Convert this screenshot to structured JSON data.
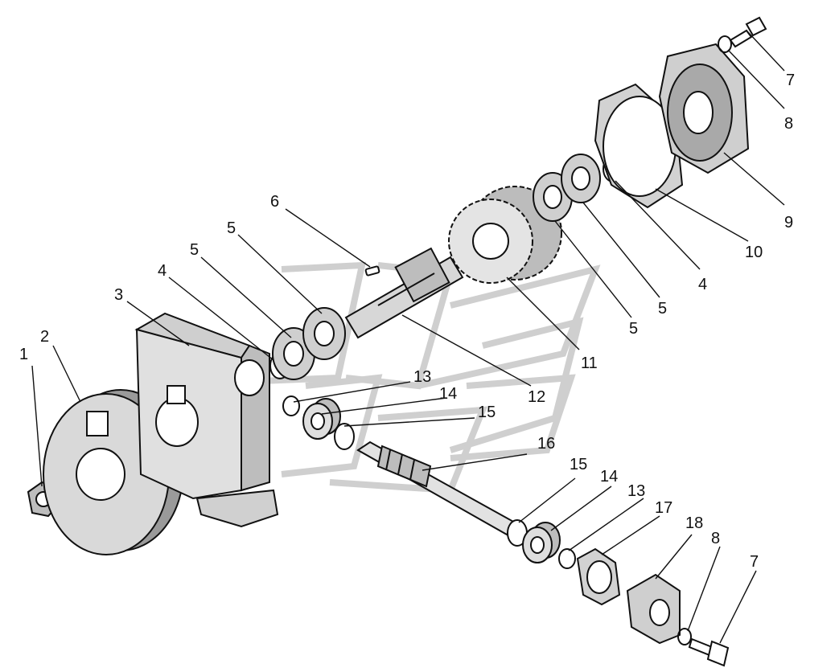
{
  "diagram": {
    "callouts": [
      "1",
      "2",
      "3",
      "4",
      "5",
      "5",
      "6",
      "7",
      "8",
      "9",
      "10",
      "4",
      "5",
      "5",
      "11",
      "12",
      "13",
      "14",
      "15",
      "16",
      "15",
      "14",
      "13",
      "17",
      "18",
      "8",
      "7"
    ]
  },
  "colors": {
    "ink": "#111111",
    "part_fill": "#ffffff",
    "shade": "#bdbdbd",
    "watermark": "#d3d3d3"
  }
}
